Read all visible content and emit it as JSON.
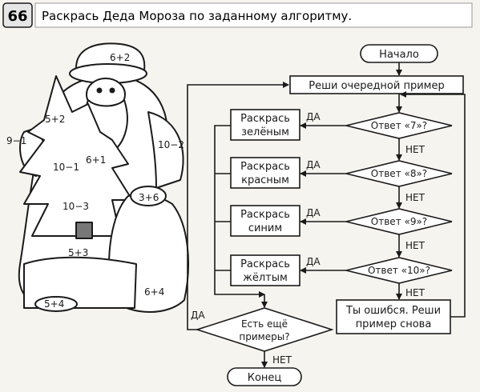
{
  "header": {
    "task_number": "66",
    "task_text": "Раскрась Деда Мороза по заданному алгоритму."
  },
  "picture": {
    "subject": "Ded Moroz (Father Frost) with fir tree and sack",
    "region_labels": [
      "6+2",
      "5+2",
      "9−1",
      "10−2",
      "6+1",
      "10−1",
      "3+6",
      "10−3",
      "5+3",
      "6+4",
      "5+4"
    ]
  },
  "flowchart": {
    "start": "Начало",
    "solve": "Реши очередной пример",
    "conditions": [
      "Ответ «7»?",
      "Ответ «8»?",
      "Ответ «9»?",
      "Ответ «10»?"
    ],
    "actions": [
      [
        "Раскрась",
        "зелёным"
      ],
      [
        "Раскрась",
        "красным"
      ],
      [
        "Раскрась",
        "синим"
      ],
      [
        "Раскрась",
        "жёлтым"
      ]
    ],
    "error": [
      "Ты ошибся. Реши",
      "пример снова"
    ],
    "more_question": [
      "Есть ещё",
      "примеры?"
    ],
    "end": "Конец",
    "yes": "ДА",
    "no": "НЕТ"
  },
  "colors": {
    "background": "#f6f4ef",
    "badge_fill": "#e6e6e6",
    "line": "#1a1a1a",
    "box_fill": "#ffffff"
  }
}
